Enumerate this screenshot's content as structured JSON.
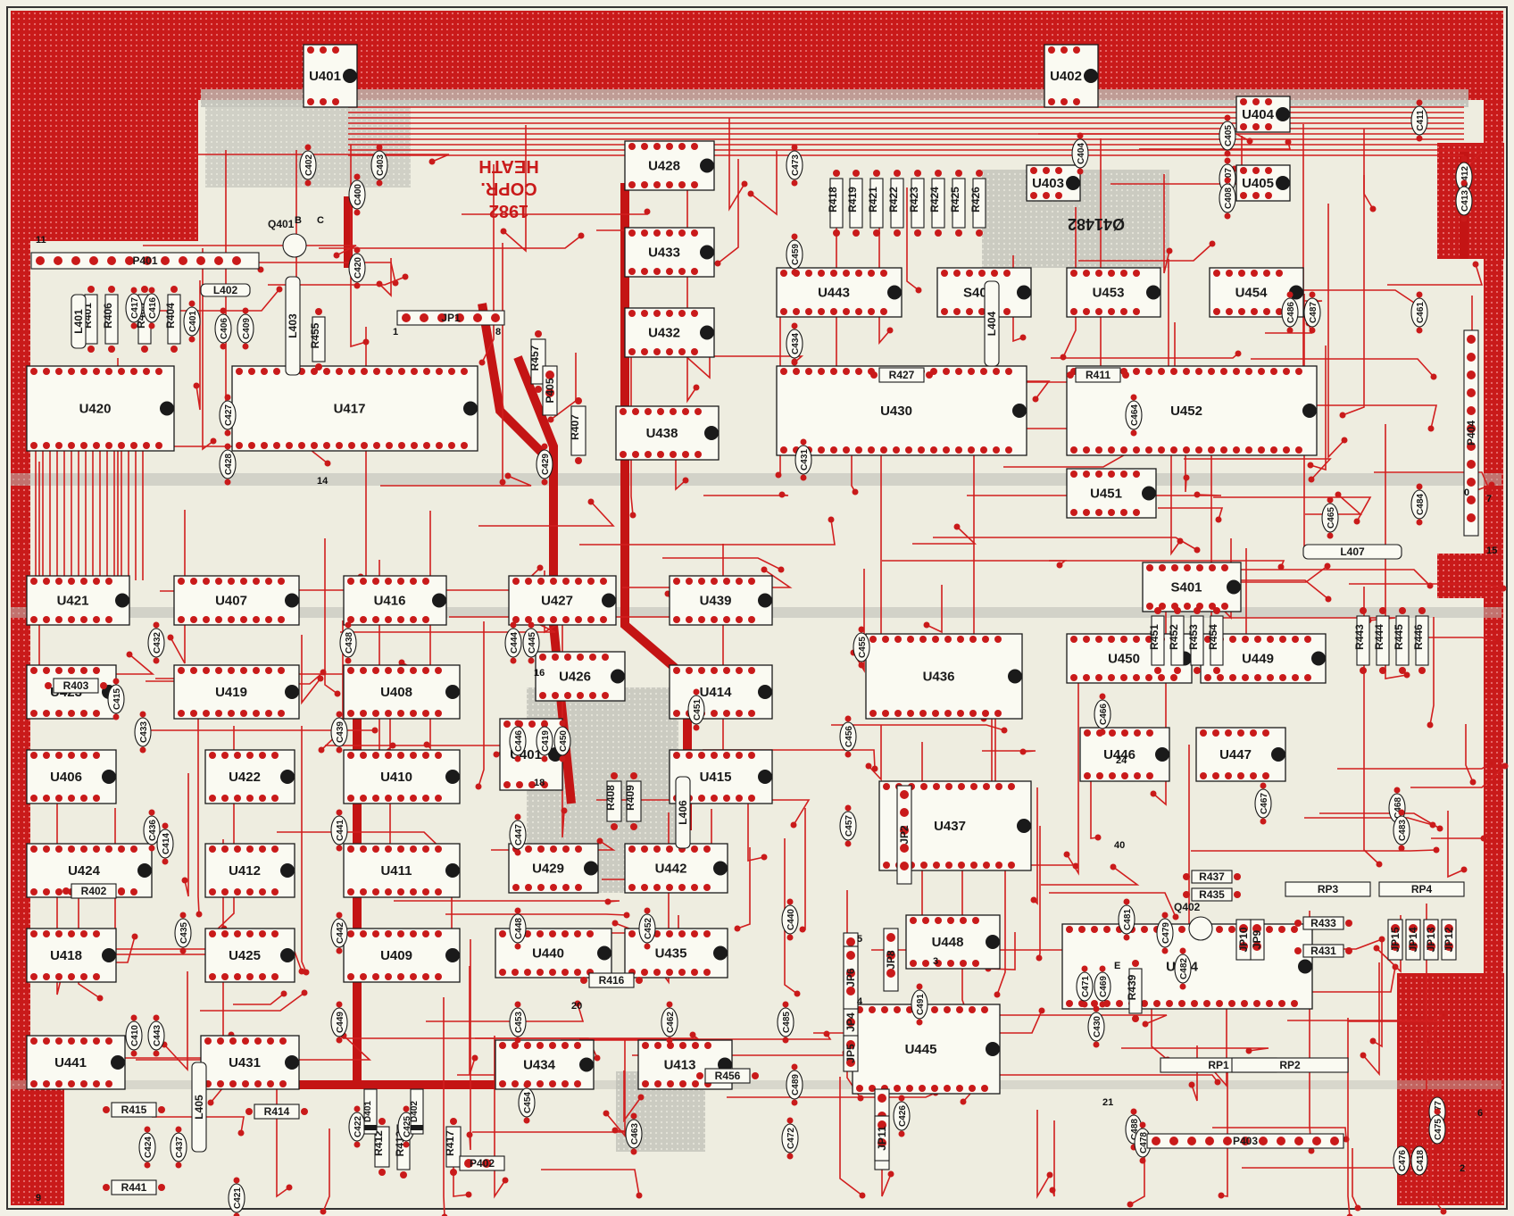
{
  "silkscreen": {
    "maker": "HEATH",
    "copyright": "COPR.",
    "year": "1982",
    "part_number": "Ø41482"
  },
  "colors": {
    "copper": "#c91a1a",
    "ground_shade": "#bcbcb4",
    "board": "#f2f0e6",
    "silk": "#1a1a1a"
  },
  "chips": [
    {
      "ref": "U401"
    },
    {
      "ref": "U402"
    },
    {
      "ref": "U403"
    },
    {
      "ref": "U404"
    },
    {
      "ref": "U405"
    },
    {
      "ref": "U428"
    },
    {
      "ref": "U433"
    },
    {
      "ref": "U432"
    },
    {
      "ref": "U438"
    },
    {
      "ref": "U443"
    },
    {
      "ref": "S402"
    },
    {
      "ref": "U453"
    },
    {
      "ref": "U454"
    },
    {
      "ref": "U420"
    },
    {
      "ref": "U417"
    },
    {
      "ref": "U430"
    },
    {
      "ref": "U452"
    },
    {
      "ref": "U451"
    },
    {
      "ref": "U421"
    },
    {
      "ref": "U407"
    },
    {
      "ref": "U416"
    },
    {
      "ref": "U427"
    },
    {
      "ref": "U439"
    },
    {
      "ref": "S401"
    },
    {
      "ref": "U450"
    },
    {
      "ref": "U449"
    },
    {
      "ref": "U423"
    },
    {
      "ref": "U419"
    },
    {
      "ref": "U408"
    },
    {
      "ref": "U426"
    },
    {
      "ref": "U414"
    },
    {
      "ref": "U436"
    },
    {
      "ref": "U406"
    },
    {
      "ref": "U422"
    },
    {
      "ref": "U410"
    },
    {
      "ref": "U415"
    },
    {
      "ref": "U446"
    },
    {
      "ref": "U447"
    },
    {
      "ref": "U401"
    },
    {
      "ref": "U437"
    },
    {
      "ref": "U424"
    },
    {
      "ref": "U412"
    },
    {
      "ref": "U411"
    },
    {
      "ref": "U429"
    },
    {
      "ref": "U442"
    },
    {
      "ref": "U418"
    },
    {
      "ref": "U425"
    },
    {
      "ref": "U409"
    },
    {
      "ref": "U440"
    },
    {
      "ref": "U435"
    },
    {
      "ref": "U448"
    },
    {
      "ref": "U444"
    },
    {
      "ref": "U441"
    },
    {
      "ref": "U431"
    },
    {
      "ref": "U434"
    },
    {
      "ref": "U413"
    },
    {
      "ref": "U445"
    }
  ],
  "resistors": [
    "R418",
    "R419",
    "R421",
    "R422",
    "R423",
    "R424",
    "R425",
    "R426",
    "R401",
    "R406",
    "R405",
    "R404",
    "R455",
    "R457",
    "R407",
    "R427",
    "R411",
    "R403",
    "R402",
    "R451",
    "R452",
    "R453",
    "R454",
    "R443",
    "R444",
    "R445",
    "R446",
    "R408",
    "R409",
    "R437",
    "R435",
    "R433",
    "R431",
    "R439",
    "R416",
    "R456",
    "R415",
    "R441",
    "R414",
    "R413",
    "R412",
    "R417"
  ],
  "capacitors": [
    "C402",
    "C403",
    "C400",
    "C420",
    "C404",
    "C405",
    "C407",
    "C408",
    "C411",
    "C412",
    "C413",
    "C473",
    "C459",
    "C434",
    "C431",
    "C427",
    "C428",
    "C429",
    "C417",
    "C416",
    "C401",
    "C406",
    "C409",
    "C464",
    "C486",
    "C487",
    "C461",
    "C465",
    "C484",
    "C432",
    "C438",
    "C444",
    "C445",
    "C455",
    "C415",
    "C433",
    "C439",
    "C446",
    "C451",
    "C456",
    "C466",
    "C436",
    "C414",
    "C441",
    "C447",
    "C457",
    "C467",
    "C468",
    "C483",
    "C435",
    "C442",
    "C448",
    "C452",
    "C440",
    "C481",
    "C479",
    "C482",
    "C469",
    "C471",
    "C430",
    "C410",
    "C443",
    "C449",
    "C453",
    "C462",
    "C485",
    "C491",
    "C489",
    "C426",
    "C424",
    "C437",
    "C421",
    "C422",
    "C425",
    "C454",
    "C463",
    "C472",
    "C488",
    "C478",
    "C477",
    "C475",
    "C476",
    "C418",
    "C419",
    "C450"
  ],
  "inductors": [
    "L401",
    "L402",
    "L403",
    "L404",
    "L405",
    "L406",
    "L407"
  ],
  "connectors": [
    "P401",
    "P402",
    "P403",
    "P404",
    "P405",
    "JP1",
    "JP2",
    "JP3",
    "JP4",
    "JP5",
    "JP6",
    "JP7",
    "JP8",
    "JP9",
    "JP10",
    "JP11",
    "JP12",
    "JP13",
    "JP14",
    "JP15"
  ],
  "resistor_packs": [
    "RP1",
    "RP2",
    "RP3",
    "RP4"
  ],
  "transistors": [
    "Q401",
    "Q402"
  ],
  "diodes": [
    "D401",
    "D402"
  ],
  "pin_numbers": [
    "1",
    "8",
    "11",
    "14",
    "16",
    "18",
    "20",
    "24",
    "40",
    "0",
    "7",
    "15",
    "21",
    "2",
    "6",
    "9",
    "3",
    "5",
    "4",
    "E",
    "B",
    "C"
  ]
}
